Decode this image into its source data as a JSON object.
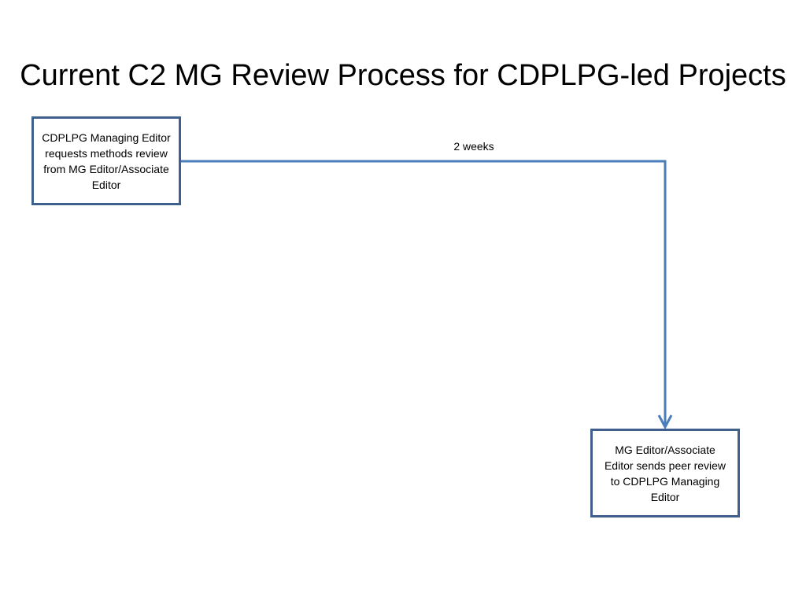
{
  "diagram": {
    "title": "Current C2 MG Review Process for CDPLPG-led Projects",
    "steps": [
      {
        "id": "request",
        "text": "CDPLPG Managing Editor requests methods review from MG Editor/Associate Editor"
      },
      {
        "id": "response",
        "text": "MG Editor/Associate Editor sends peer review to CDPLPG Managing Editor"
      }
    ],
    "connector": {
      "from": "request",
      "to": "response",
      "label": "2 weeks"
    },
    "colors": {
      "box_border": "#3f5f8c",
      "connector": "#4a7ebb"
    }
  }
}
